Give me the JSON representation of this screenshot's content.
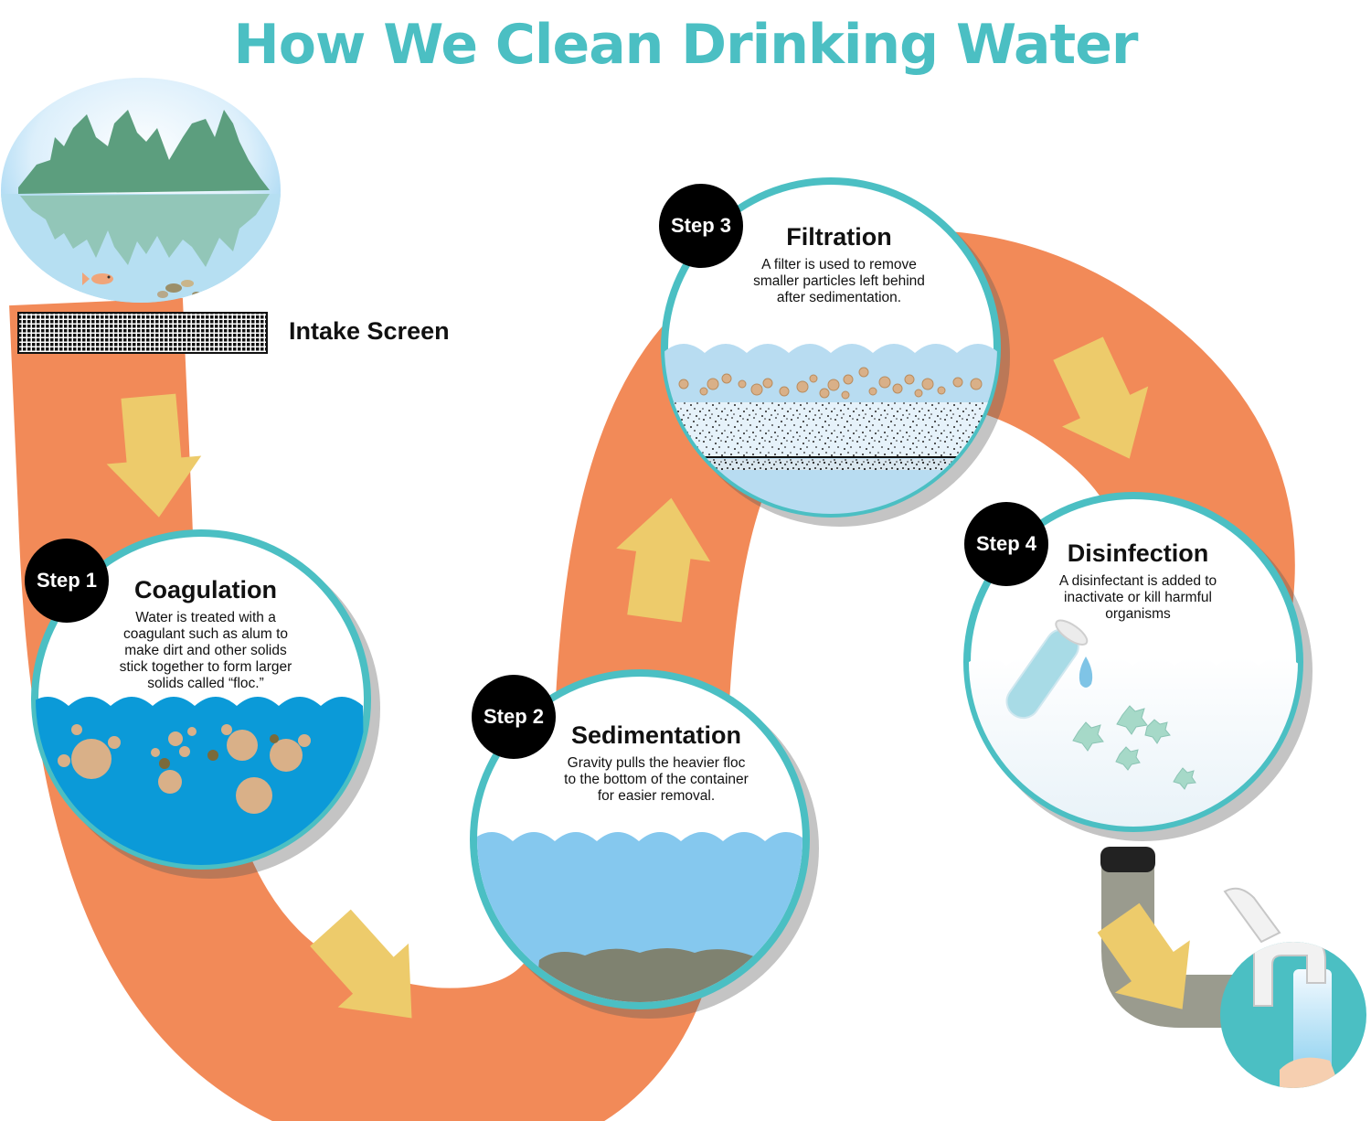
{
  "title": "How We Clean Drinking Water",
  "intake_label": "Intake Screen",
  "steps": [
    {
      "badge": "Step 1",
      "title": "Coagulation",
      "description": "Water is treated with a coagulant such as alum to make dirt and other solids stick together to form larger solids called “floc.”"
    },
    {
      "badge": "Step 2",
      "title": "Sedimentation",
      "description": "Gravity pulls the heavier floc to the bottom of the container for easier removal."
    },
    {
      "badge": "Step 3",
      "title": "Filtration",
      "description": "A filter is used to remove smaller particles left behind after sedimentation."
    },
    {
      "badge": "Step 4",
      "title": "Disinfection",
      "description": "A disinfectant is added to inactivate or kill harmful organisms"
    }
  ],
  "colors": {
    "title": "#4bbfc3",
    "pipe": "#f28a58",
    "arrow": "#edcb6b",
    "ring": "#4bbfc3",
    "clear_water": "#85c8ee",
    "dirty_water": "#0b9ad8",
    "floc": "#d9b088"
  },
  "icons": [
    "forest-lake-icon",
    "intake-screen-icon",
    "flow-arrow-icon",
    "test-tube-icon",
    "faucet-icon",
    "hand-icon",
    "glass-icon"
  ]
}
